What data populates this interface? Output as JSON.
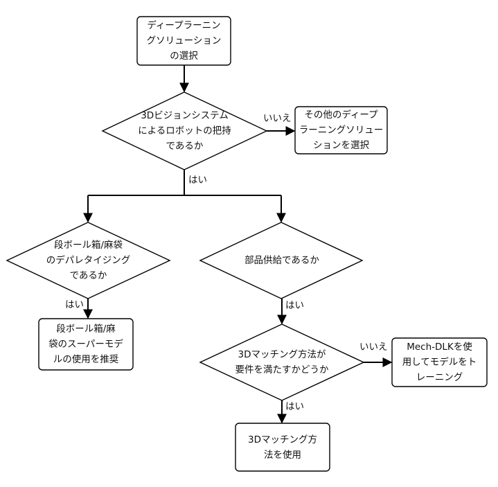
{
  "diagram": {
    "nodes": {
      "start": "ディープラーニン\nグソリューション\nの選択",
      "q_3d_vision": "3Dビジョンシステム\nによるロボットの把持\nであるか",
      "other_solution": "その他のディープ\nラーニングソリュー\nションを選択",
      "q_cardboard": "段ボール箱/麻袋\nのデパレタイジング\nであるか",
      "q_parts": "部品供給であるか",
      "rec_supermodel": "段ボール箱/麻\n袋のスーパーモデ\nルの使用を推奨",
      "q_3d_matching": "3Dマッチング方法が\n要件を満たすかどうか",
      "train_dlk": "Mech-DLKを使\n用してモデルをト\nレーニング",
      "use_3d_matching": "3Dマッチング方\n法を使用"
    },
    "edge_labels": {
      "vision_no": "いいえ",
      "vision_yes": "はい",
      "cardboard_yes": "はい",
      "parts_yes": "はい",
      "matching_no": "いいえ",
      "matching_yes": "はい"
    }
  },
  "colors": {
    "stroke": "#000000",
    "fill": "#ffffff",
    "text": "#111111"
  }
}
